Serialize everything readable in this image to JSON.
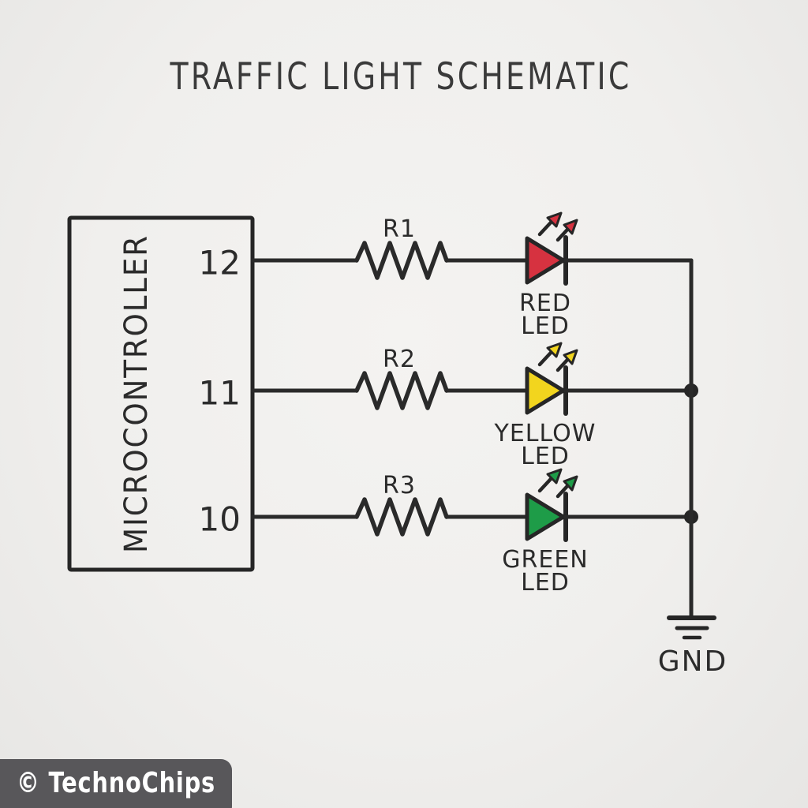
{
  "title": "TRAFFIC LIGHT SCHEMATIC",
  "microcontroller": {
    "label": "MICROCONTROLLER"
  },
  "rows": [
    {
      "pin": "12",
      "resistor": "R1",
      "led_line1": "RED",
      "led_line2": "LED",
      "color": "#d63240"
    },
    {
      "pin": "11",
      "resistor": "R2",
      "led_line1": "YELLOW",
      "led_line2": "LED",
      "color": "#f2d51e"
    },
    {
      "pin": "10",
      "resistor": "R3",
      "led_line1": "GREEN",
      "led_line2": "LED",
      "color": "#1e9c48"
    }
  ],
  "ground": {
    "label": "GND"
  },
  "watermark": {
    "text": "© TechnoChips"
  },
  "colors": {
    "ink": "#2a2a2a",
    "background": "#f0efed",
    "red_led": "#d63240",
    "yellow_led": "#f2d51e",
    "green_led": "#1e9c48",
    "badge_background": "#58575a",
    "badge_text": "#ffffff"
  }
}
